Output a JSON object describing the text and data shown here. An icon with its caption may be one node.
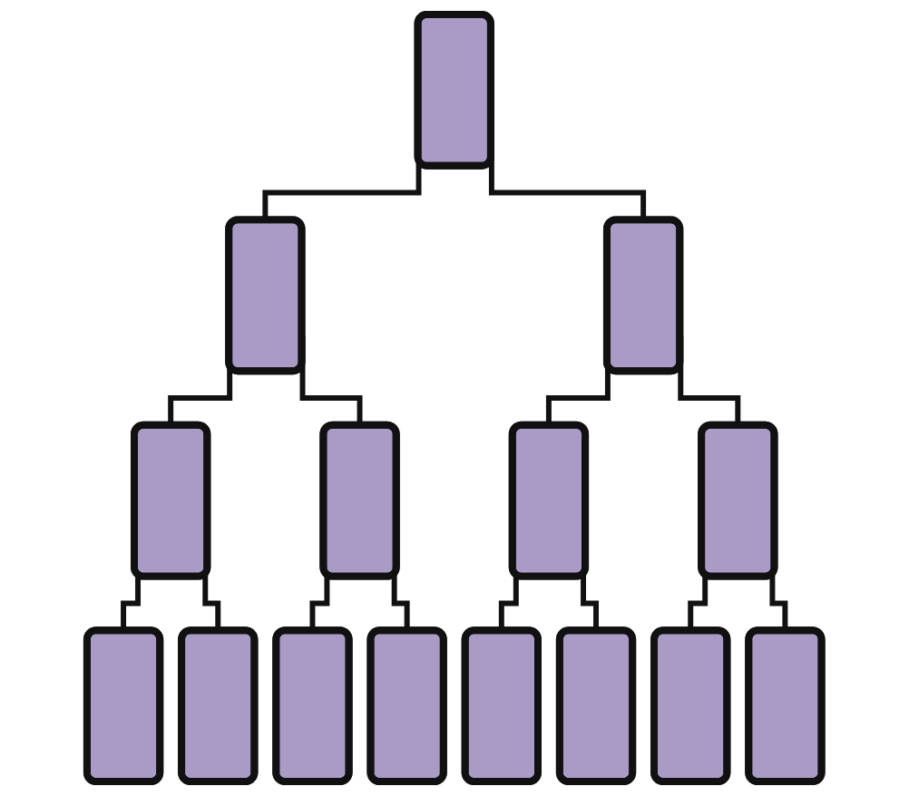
{
  "diagram": {
    "nodes": [
      {
        "text": [],
        "shape": "box"
      },
      {
        "text": [],
        "shape": "box"
      },
      {
        "text": [],
        "shape": "box"
      },
      {
        "text": [],
        "shape": "box"
      },
      {
        "text": [],
        "shape": "box"
      },
      {
        "text": [],
        "shape": "box"
      },
      {
        "text": [],
        "shape": "box"
      },
      {
        "text": [],
        "shape": "box"
      },
      {
        "text": [],
        "shape": "box"
      },
      {
        "text": [],
        "shape": "box"
      },
      {
        "text": [],
        "shape": "box"
      },
      {
        "text": [],
        "shape": "box"
      },
      {
        "text": [],
        "shape": "box"
      },
      {
        "text": [],
        "shape": "box"
      },
      {
        "text": [],
        "shape": "box"
      }
    ],
    "edges": [
      {
        "from": 0,
        "to": 1,
        "arrow": "none"
      },
      {
        "from": 0,
        "to": 2,
        "arrow": "none"
      },
      {
        "from": 1,
        "to": 3,
        "arrow": "none"
      },
      {
        "from": 1,
        "to": 4,
        "arrow": "none"
      },
      {
        "from": 2,
        "to": 5,
        "arrow": "none"
      },
      {
        "from": 2,
        "to": 6,
        "arrow": "none"
      },
      {
        "from": 3,
        "to": 7,
        "arrow": "none"
      },
      {
        "from": 3,
        "to": 8,
        "arrow": "none"
      },
      {
        "from": 4,
        "to": 9,
        "arrow": "none"
      },
      {
        "from": 4,
        "to": 10,
        "arrow": "none"
      },
      {
        "from": 5,
        "to": 11,
        "arrow": "none"
      },
      {
        "from": 5,
        "to": 12,
        "arrow": "none"
      },
      {
        "from": 6,
        "to": 13,
        "arrow": "none"
      },
      {
        "from": 6,
        "to": 14,
        "arrow": "none"
      }
    ]
  }
}
